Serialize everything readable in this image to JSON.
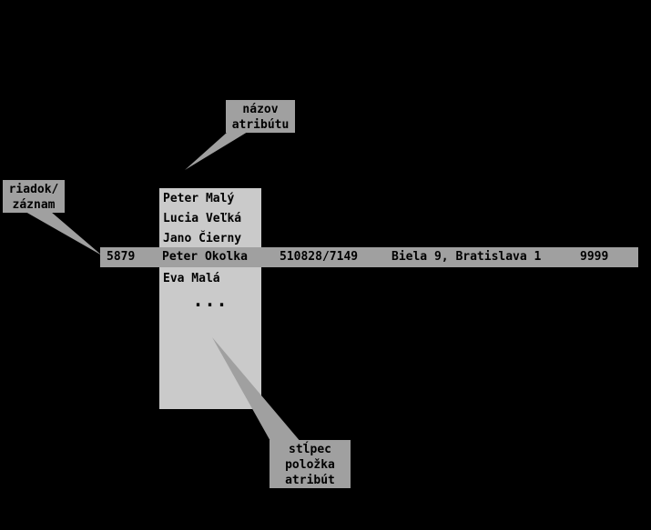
{
  "colors": {
    "background": "#000000",
    "column_fill": "#cacaca",
    "band_fill": "#a0a0a0",
    "callout_fill": "#a0a0a0",
    "text": "#000000"
  },
  "callouts": {
    "attribute_name": {
      "line1": "názov",
      "line2": "atribútu"
    },
    "row_record": {
      "line1": "riadok/",
      "line2": "záznam"
    },
    "column_item": {
      "line1": "stĺpec",
      "line2": "položka",
      "line3": "atribút"
    }
  },
  "column": {
    "items": [
      "Peter Malý",
      "Lucia Veľká",
      "Jano Čierny",
      "Eva Malá"
    ],
    "ellipsis": "..."
  },
  "row": {
    "cells": [
      "5879",
      "Peter Okolka",
      "510828/7149",
      "Biela 9, Bratislava 1",
      "9999"
    ]
  }
}
